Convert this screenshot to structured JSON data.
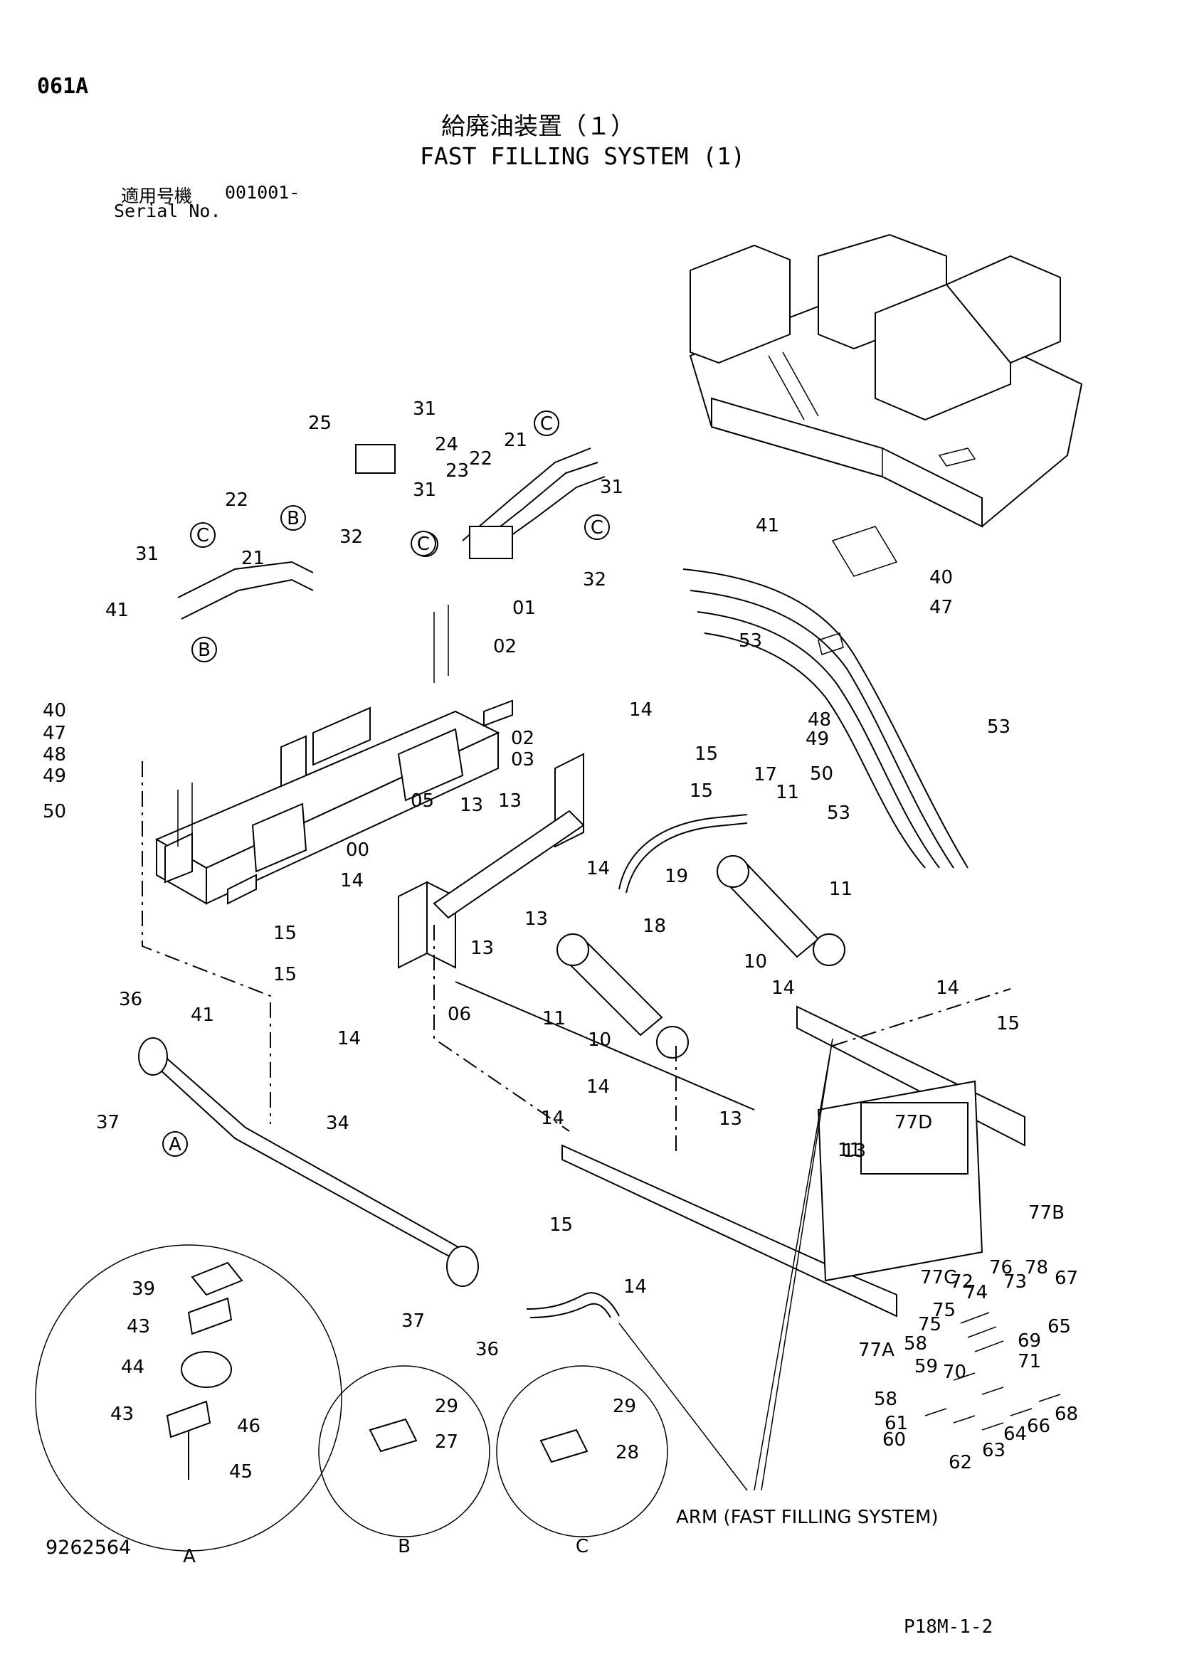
{
  "header": {
    "section_code": "061A",
    "title_jp": "給廃油装置（１）",
    "title_en": "FAST FILLING SYSTEM (1)",
    "serial_label_jp": "適用号機",
    "serial_value": "001001-",
    "serial_label_en": "Serial No."
  },
  "footer": {
    "doc_number": "9262564",
    "page_code": "P18M-1-2"
  },
  "captions": {
    "arm": "ARM (FAST FILLING SYSTEM)",
    "detail_a": "A",
    "detail_b": "B",
    "detail_c": "C"
  },
  "callouts": [
    "25",
    "31",
    "24",
    "31",
    "21",
    "22",
    "23",
    "31",
    "22",
    "32",
    "21",
    "31",
    "41",
    "32",
    "01",
    "02",
    "40",
    "47",
    "48",
    "49",
    "50",
    "02",
    "03",
    "00",
    "05",
    "13",
    "13",
    "14",
    "15",
    "15",
    "11",
    "17",
    "14",
    "19",
    "13",
    "14",
    "15",
    "15",
    "18",
    "13",
    "06",
    "14",
    "10",
    "11",
    "10",
    "11",
    "14",
    "14",
    "15",
    "36",
    "41",
    "37",
    "34",
    "14",
    "14",
    "11",
    "13",
    "13",
    "77D",
    "77B",
    "15",
    "14",
    "77C",
    "37",
    "36",
    "39",
    "43",
    "44",
    "43",
    "46",
    "45",
    "29",
    "27",
    "29",
    "28",
    "41",
    "40",
    "47",
    "53",
    "53",
    "48",
    "49",
    "50",
    "53",
    "76",
    "78",
    "72",
    "73",
    "67",
    "74",
    "75",
    "75",
    "69",
    "65",
    "58",
    "59",
    "71",
    "70",
    "77A",
    "58",
    "61",
    "60",
    "62",
    "63",
    "64",
    "66",
    "68"
  ],
  "letters": [
    "C",
    "B",
    "C",
    "B",
    "B",
    "C",
    "C",
    "A"
  ]
}
